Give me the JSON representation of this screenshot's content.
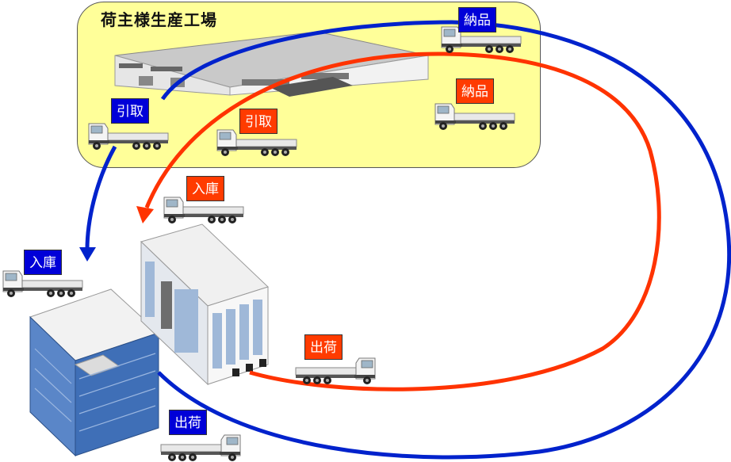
{
  "factory": {
    "title": "荷主様生産工場"
  },
  "labels": {
    "blue_delivery": "納品",
    "blue_pickup": "引取",
    "blue_warehouse_in": "入庫",
    "blue_ship": "出荷",
    "red_delivery": "納品",
    "red_pickup": "引取",
    "red_warehouse_in": "入庫",
    "red_ship": "出荷"
  },
  "colors": {
    "blue_route": "#0022cc",
    "red_route": "#ff3300",
    "zone": "#ffff99"
  }
}
